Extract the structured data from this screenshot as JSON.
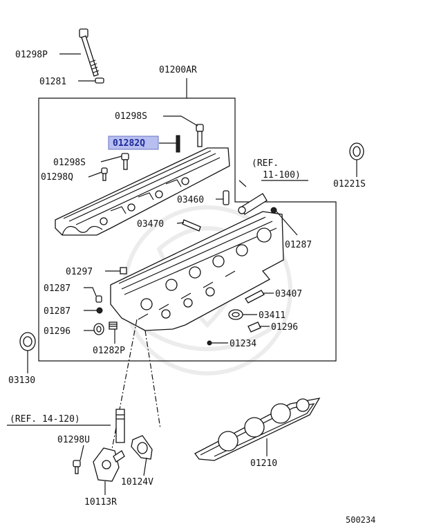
{
  "labels": {
    "p01298P": "01298P",
    "p01281": "01281",
    "p01200AR": "01200AR",
    "p01298S_top": "01298S",
    "p01282Q": "01282Q",
    "p01298S_left": "01298S",
    "p01298Q": "01298Q",
    "p01221S": "01221S",
    "ref_11_100_a": "(REF.",
    "ref_11_100_b": "11-100)",
    "p03460": "03460",
    "p03470": "03470",
    "p01287_right": "01287",
    "p01297": "01297",
    "p01287_a": "01287",
    "p01287_b": "01287",
    "p03407": "03407",
    "p03411": "03411",
    "p01296_left": "01296",
    "p01296_right": "01296",
    "p01282P": "01282P",
    "p01234": "01234",
    "p03130": "03130",
    "ref_14_120": "(REF. 14-120)",
    "p01298U": "01298U",
    "p10124V": "10124V",
    "p01210": "01210",
    "p10113R": "10113R",
    "diagram_no": "500234"
  },
  "colors": {
    "highlight_fill": "#b7bff0",
    "highlight_text": "#1c2a9a",
    "line": "#111111"
  }
}
